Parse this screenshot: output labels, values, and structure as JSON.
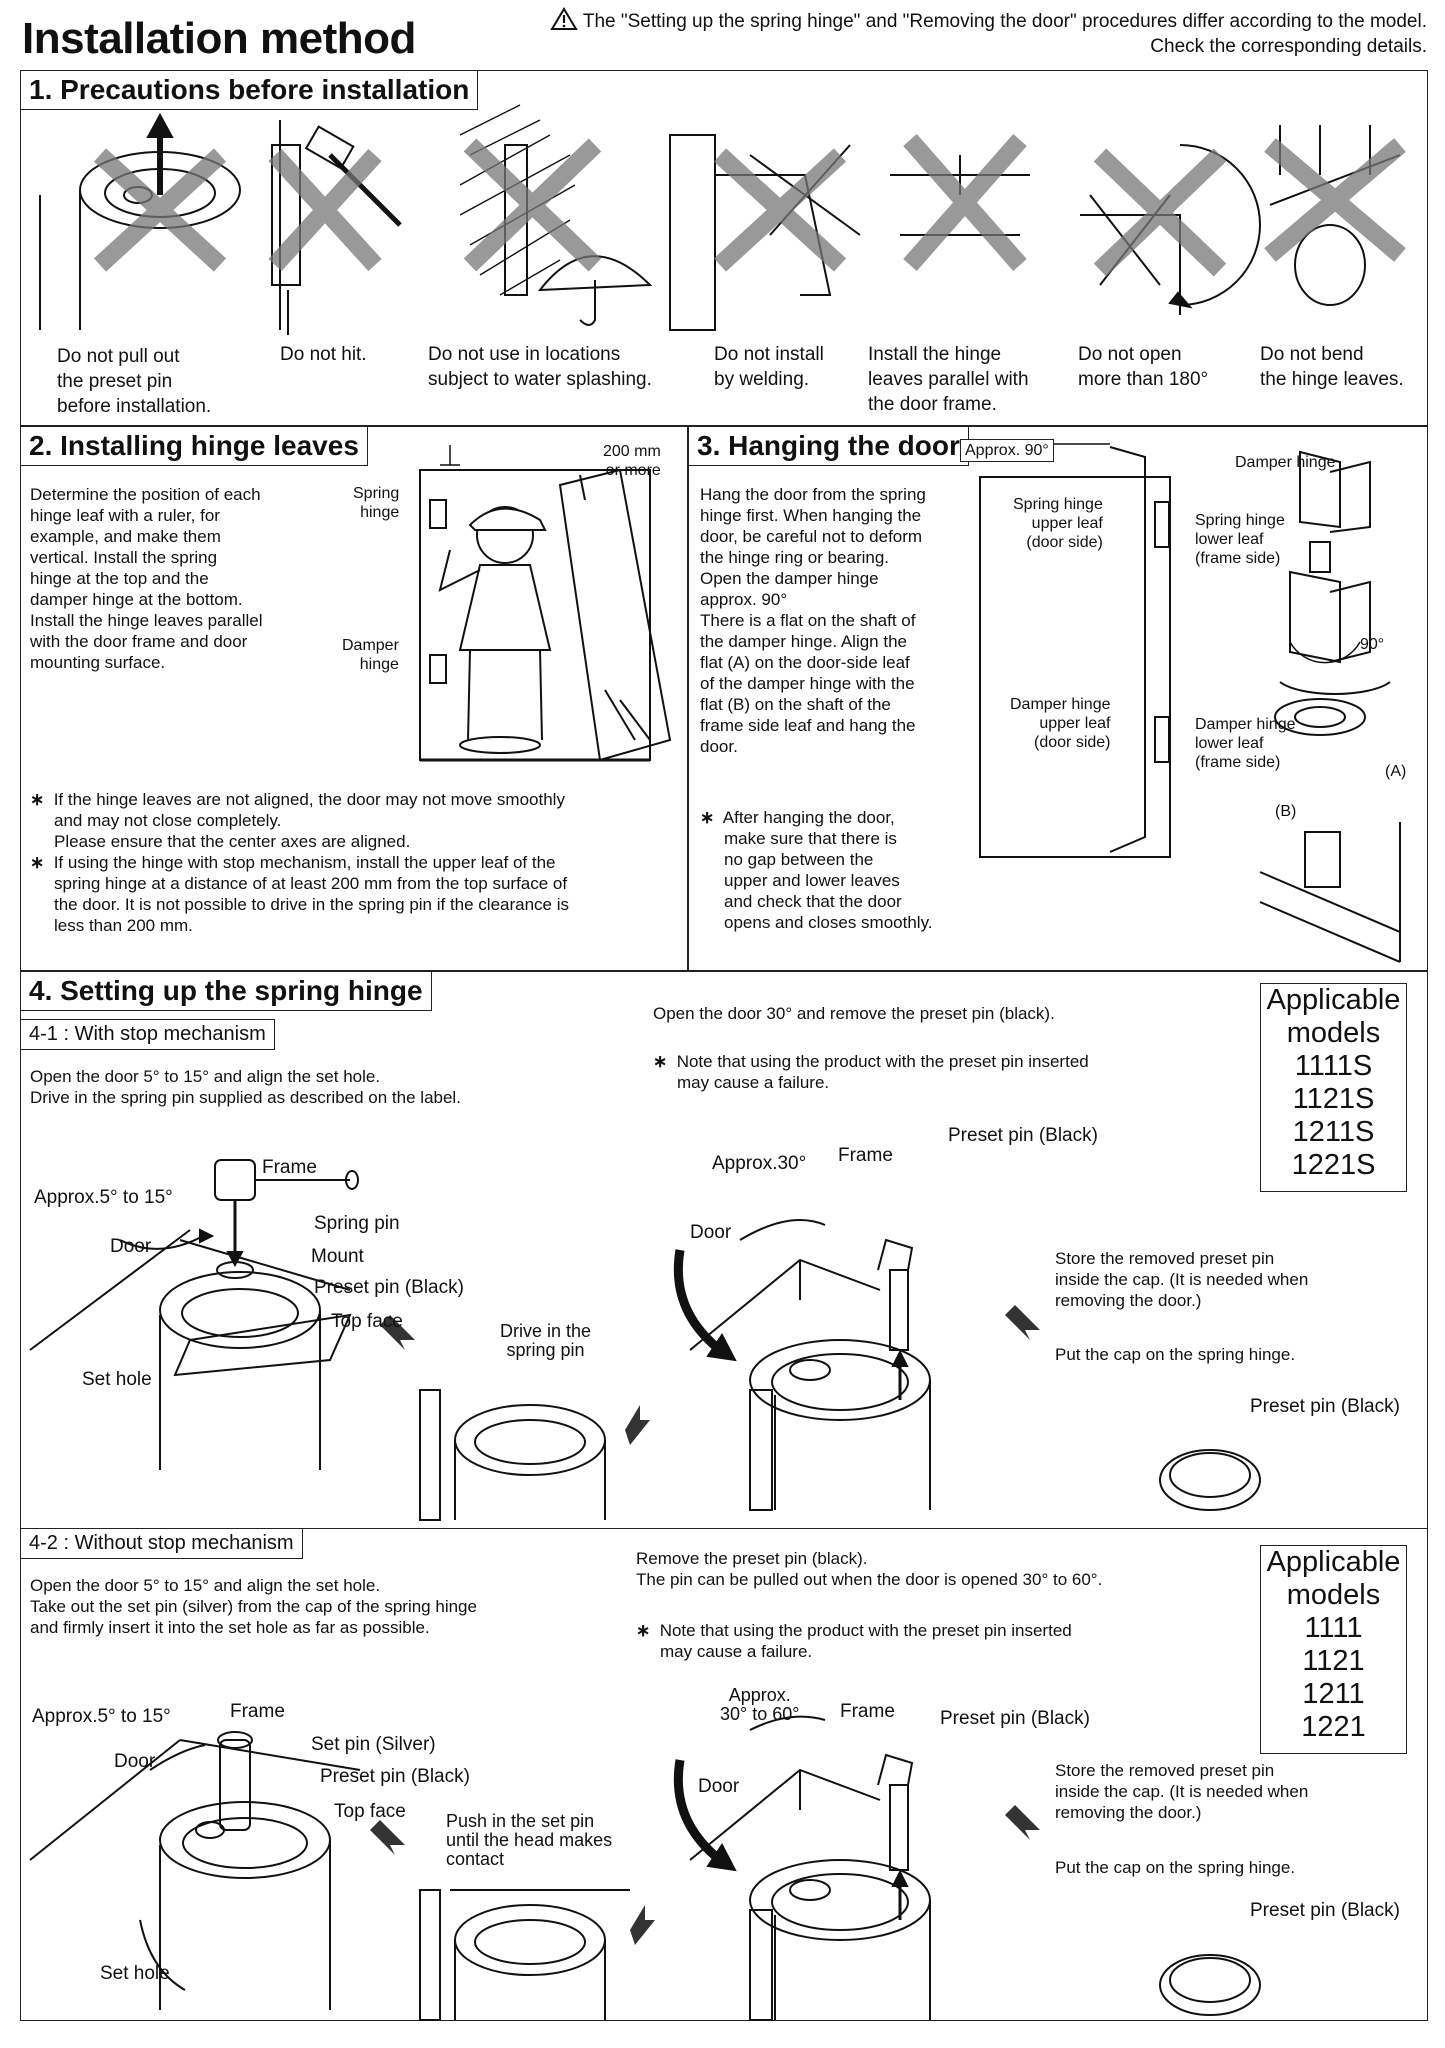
{
  "header": {
    "title": "Installation method",
    "note_line1": "The \"Setting up the spring hinge\" and \"Removing the door\" procedures differ according to the model.",
    "note_line2": "Check the corresponding details."
  },
  "section1": {
    "title": "1. Precautions before installation",
    "items": [
      {
        "l1": "Do not pull out",
        "l2": "the preset pin",
        "l3": "before installation."
      },
      {
        "l1": "Do not hit.",
        "l2": "",
        "l3": ""
      },
      {
        "l1": "Do not use in locations",
        "l2": "subject to water splashing.",
        "l3": ""
      },
      {
        "l1": "Do not install",
        "l2": "by welding.",
        "l3": ""
      },
      {
        "l1": "Install the hinge",
        "l2": "leaves parallel with",
        "l3": "the door frame."
      },
      {
        "l1": "Do not open",
        "l2": "more than 180°",
        "l3": ""
      },
      {
        "l1": "Do not bend",
        "l2": "the hinge leaves.",
        "l3": ""
      }
    ]
  },
  "section2": {
    "title": "2. Installing hinge leaves",
    "body": [
      "Determine the position of each",
      "hinge leaf with a ruler, for",
      "example, and make them",
      "vertical. Install the spring",
      "hinge at the top and the",
      "damper hinge at the bottom.",
      "Install the hinge leaves parallel",
      "with the door frame and door",
      "mounting surface."
    ],
    "label_spring": [
      "Spring",
      "hinge"
    ],
    "label_damper": [
      "Damper",
      "hinge"
    ],
    "label_200": [
      "200 mm",
      "or more"
    ],
    "notes": [
      [
        "If the hinge leaves are not aligned, the door may not move smoothly",
        "and may not close completely.",
        "Please ensure that the center axes are aligned."
      ],
      [
        "If using the hinge with stop mechanism, install the upper leaf of the",
        "spring hinge at a distance of at least 200 mm from the top surface of",
        "the door. It is not possible to drive in the spring pin if the clearance is",
        "less than 200 mm."
      ]
    ],
    "star": "∗"
  },
  "section3": {
    "title": "3. Hanging the door",
    "body": [
      "Hang the door from the spring",
      "hinge first. When hanging the",
      "door, be careful not to deform",
      "the hinge ring or bearing.",
      "Open the damper hinge",
      "approx. 90°",
      "There is a flat on the shaft of",
      "the damper hinge. Align the",
      "flat (A) on the door-side leaf",
      "of the damper hinge with the",
      "flat (B) on the shaft of the",
      "frame side leaf and hang the",
      "door."
    ],
    "note": [
      "After hanging the door,",
      "make sure that there is",
      "no gap between the",
      "upper and lower leaves",
      "and check that the door",
      "opens and closes smoothly."
    ],
    "approx90": "Approx. 90°",
    "spring_upper": [
      "Spring hinge",
      "upper leaf",
      "(door side)"
    ],
    "spring_lower": [
      "Spring hinge",
      "lower leaf",
      "(frame side)"
    ],
    "damper_upper": [
      "Damper hinge",
      "upper leaf",
      "(door side)"
    ],
    "damper_lower": [
      "Damper hinge",
      "lower leaf",
      "(frame side)"
    ],
    "damper_hinge": "Damper hinge",
    "deg90": "90°",
    "labelA": "(A)",
    "labelB": "(B)"
  },
  "section4": {
    "title": "4. Setting up the spring hinge",
    "sub1": {
      "title": "4-1 : With stop mechanism",
      "text1": "Open the door 5° to 15° and align the set hole.",
      "text2": "Drive in the spring pin supplied as described on the label.",
      "labels": {
        "approx": "Approx.5° to 15°",
        "frame": "Frame",
        "door": "Door",
        "spring_pin": "Spring pin",
        "mount": "Mount",
        "preset": "Preset pin (Black)",
        "top_face": "Top face",
        "set_hole": "Set hole",
        "drive": [
          "Drive in the",
          "spring pin"
        ]
      },
      "right_text": "Open the door 30° and remove the preset pin (black).",
      "right_note": [
        "Note that using the product with the preset pin inserted",
        "may cause a failure."
      ],
      "right_labels": {
        "approx": "Approx.30°",
        "frame": "Frame",
        "door": "Door",
        "preset": "Preset pin (Black)",
        "store": [
          "Store the removed preset pin",
          "inside the cap. (It is needed when",
          "removing the door.)"
        ],
        "cap": "Put the cap on the spring hinge.",
        "preset2": "Preset pin (Black)"
      },
      "models_title": [
        "Applicable",
        "models"
      ],
      "models": [
        "1111S",
        "1121S",
        "1211S",
        "1221S"
      ]
    },
    "sub2": {
      "title": "4-2 : Without stop mechanism",
      "text1": "Open the door 5° to 15° and align the set hole.",
      "text2": "Take out the set pin (silver) from the cap of the spring hinge",
      "text3": "and firmly insert it into the set hole as far as possible.",
      "labels": {
        "approx": "Approx.5° to 15°",
        "frame": "Frame",
        "door": "Door",
        "set_pin": "Set pin (Silver)",
        "preset": "Preset pin (Black)",
        "top_face": "Top face",
        "set_hole": "Set hole",
        "push": [
          "Push in the set pin",
          "until the head makes",
          "contact"
        ]
      },
      "right_text1": "Remove the preset pin (black).",
      "right_text2": "The pin can be pulled out when the door is opened 30° to 60°.",
      "right_note": [
        "Note that using the product with the preset pin inserted",
        "may cause a failure."
      ],
      "right_labels": {
        "approx1": "Approx.",
        "approx2": "30° to 60°",
        "frame": "Frame",
        "door": "Door",
        "preset": "Preset pin (Black)",
        "store": [
          "Store the removed preset pin",
          "inside the cap. (It is needed when",
          "removing the door.)"
        ],
        "cap": "Put the cap on the spring hinge.",
        "preset2": "Preset pin (Black)"
      },
      "models_title": [
        "Applicable",
        "models"
      ],
      "models": [
        "1111",
        "1121",
        "1211",
        "1221"
      ]
    }
  }
}
